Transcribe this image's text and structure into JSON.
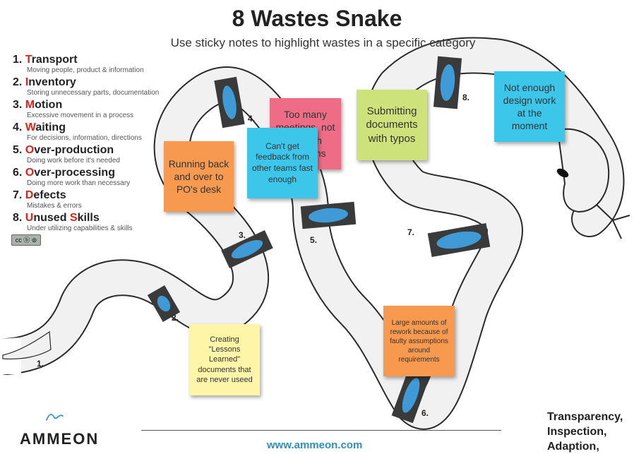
{
  "title": "8 Wastes Snake",
  "subtitle": "Use sticky notes to highlight wastes in a specific category",
  "legend": [
    {
      "num": "1.",
      "letter": "T",
      "rest": "ransport",
      "desc": "Moving people, product & information"
    },
    {
      "num": "2.",
      "letter": "I",
      "rest": "nventory",
      "desc": "Storing unnecessary parts, documentation"
    },
    {
      "num": "3.",
      "letter": "M",
      "rest": "otion",
      "desc": "Excessive movement in a process"
    },
    {
      "num": "4.",
      "letter": "W",
      "rest": "aiting",
      "desc": "For decisions, information, directions"
    },
    {
      "num": "5.",
      "letter": "O",
      "rest": "ver-production",
      "desc": "Doing work before it's needed"
    },
    {
      "num": "6.",
      "letter": "O",
      "rest": "ver-processing",
      "desc": "Doing more work than necessary"
    },
    {
      "num": "7.",
      "letter": "D",
      "rest": "efects",
      "desc": "Mistakes & errors"
    },
    {
      "num": "8.",
      "letter": "U",
      "rest": "nused ",
      "letter2": "S",
      "rest2": "kills",
      "desc": "Under utilizing capabilities & skills"
    }
  ],
  "license_badge": "cc ⓑ ⊜",
  "segment_labels": [
    "1.",
    "2.",
    "3.",
    "4.",
    "5.",
    "6.",
    "7.",
    "8."
  ],
  "notes": [
    {
      "text": "Too many meetings, not enough decisions",
      "color": "#ee6c86"
    },
    {
      "text": "Submitting documents with typos",
      "color": "#cde27a"
    },
    {
      "text": "Not enough design work at the moment",
      "color": "#3cc6ea"
    },
    {
      "text": "Running back and over to PO's desk",
      "color": "#f79a4f"
    },
    {
      "text": "Can't get feedback from other teams fast enough",
      "color": "#3cc6ea"
    },
    {
      "text": "Creating \"Lessons Learned\" documents that are never useed",
      "color": "#fff5a8"
    },
    {
      "text": "Large amounts of rework because of faulty assumptions around requirements",
      "color": "#f79a4f"
    }
  ],
  "snake_colors": {
    "body": "#f1f1f1",
    "band": "#3a3a3a",
    "spot": "#3f9ad6",
    "outline": "#2a2a2a"
  },
  "logo_text": "AMMEON",
  "logo_color": "#2d8fc4",
  "url": "www.ammeon.com",
  "pillars": [
    "Transparency,",
    "Inspection,",
    "Adaption,"
  ]
}
